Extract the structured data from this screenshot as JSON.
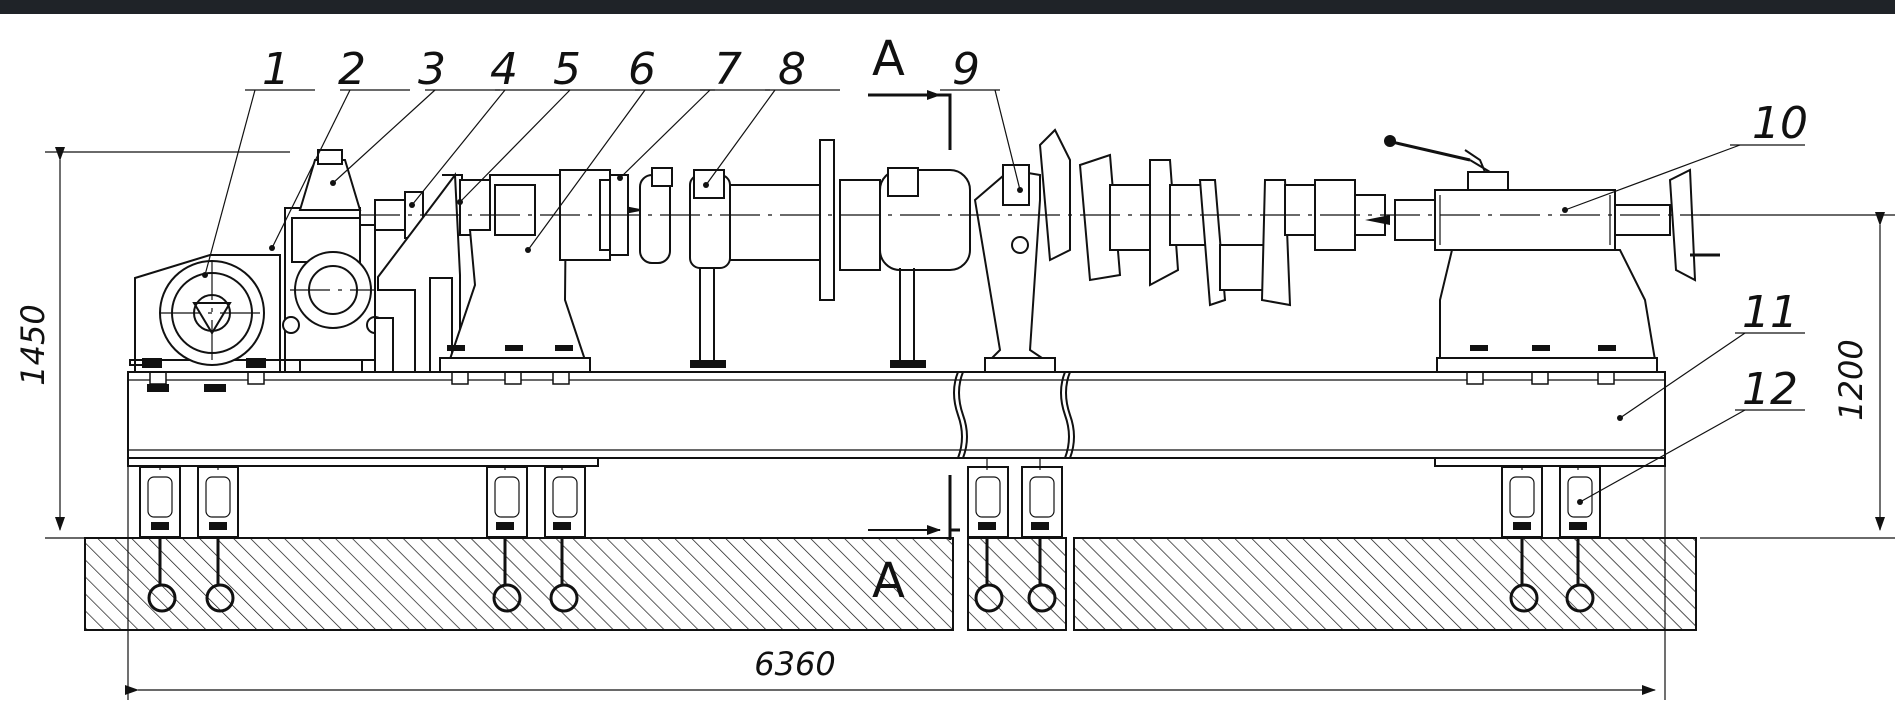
{
  "labels": [
    "1",
    "2",
    "3",
    "4",
    "5",
    "6",
    "7",
    "8",
    "9",
    "10",
    "11",
    "12"
  ],
  "section": {
    "top": "A",
    "bottom": "A"
  },
  "dimensions": {
    "height_left": "1450",
    "height_right": "1200",
    "length": "6360"
  },
  "colors": {
    "line": "#111111",
    "background": "#ffffff",
    "topbar": "#1f2328"
  }
}
